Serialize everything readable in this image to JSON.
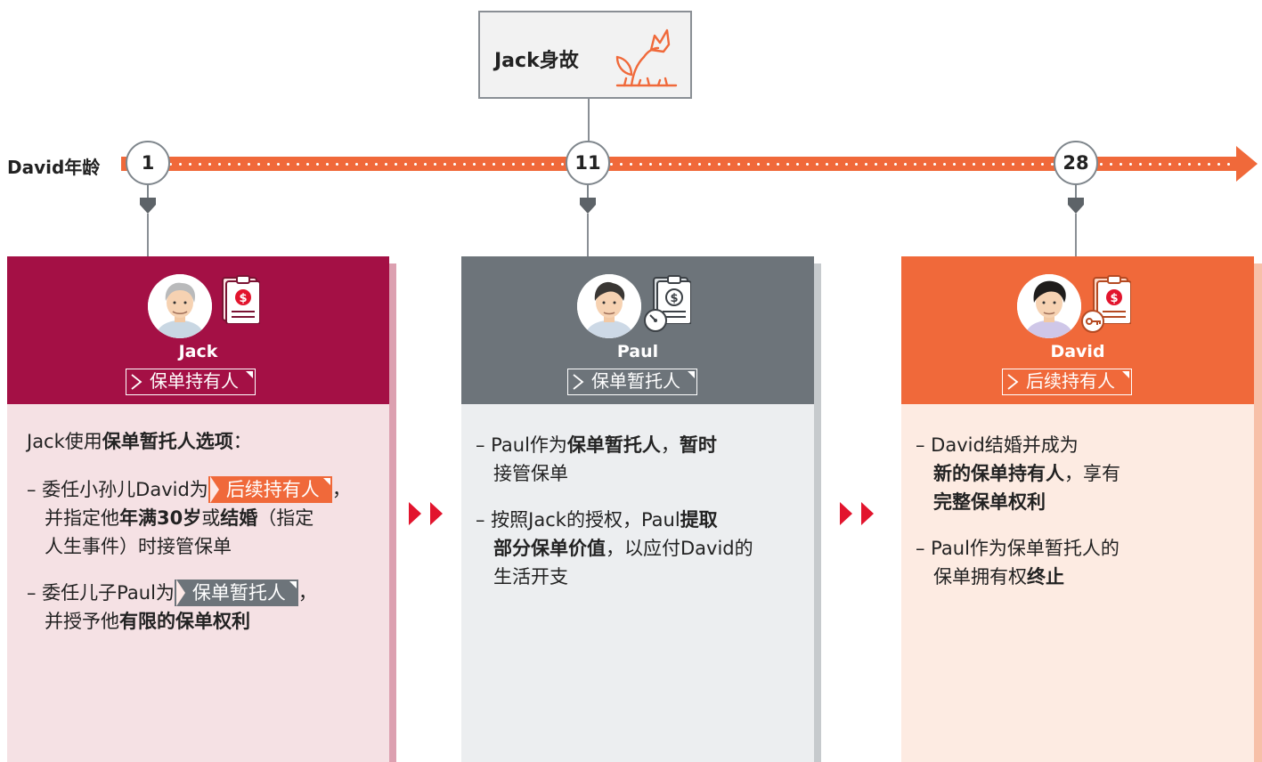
{
  "event": {
    "title": "Jack身故"
  },
  "timeline": {
    "label": "David年龄",
    "ages": [
      "1",
      "11",
      "28"
    ]
  },
  "cards": [
    {
      "name": "Jack",
      "role": "保单持有人",
      "lines": {
        "l1a": "Jack使用",
        "l1b": "保单暂托人选项",
        "l1c": "：",
        "l2a": "– 委任小孙儿David为",
        "l2hl": "后续持有人",
        "l2c": "，",
        "l3a": "并指定他",
        "l3b": "年满30岁",
        "l3c": "或",
        "l3d": "结婚",
        "l3e": "（指定",
        "l4a": "人生事件）时接管保单",
        "l5a": "– 委任儿子Paul为",
        "l5hl": "保单暂托人",
        "l5c": "，",
        "l6a": "并授予他",
        "l6b": "有限的保单权利"
      }
    },
    {
      "name": "Paul",
      "role": "保单暂托人",
      "lines": {
        "l1a": "– Paul作为",
        "l1b": "保单暂托人",
        "l1c": "，",
        "l1d": "暂时",
        "l2a": "接管保单",
        "l3a": "– 按照Jack的授权，Paul",
        "l3b": "提取",
        "l4a": "部分保单价值",
        "l4b": "，以应付David的",
        "l5a": "生活开支"
      }
    },
    {
      "name": "David",
      "role": "后续持有人",
      "lines": {
        "l1a": "– David结婚并成为",
        "l2a": "新的保单持有人",
        "l2b": "，享有",
        "l3a": "完整保单权利",
        "l4a": "– Paul作为保单暂托人的",
        "l5a": "保单拥有权",
        "l5b": "终止"
      }
    }
  ],
  "colors": {
    "jack_header": "#a41045",
    "jack_body": "#f5e1e4",
    "jack_shadow": "#dca0b0",
    "paul_header": "#6d747a",
    "paul_body": "#eceef0",
    "paul_shadow": "#c6cacd",
    "david_header": "#f0693a",
    "david_body": "#fdebe2",
    "david_shadow": "#f7c0a8",
    "accent": "#f0693a",
    "arrow": "#e2142d"
  }
}
